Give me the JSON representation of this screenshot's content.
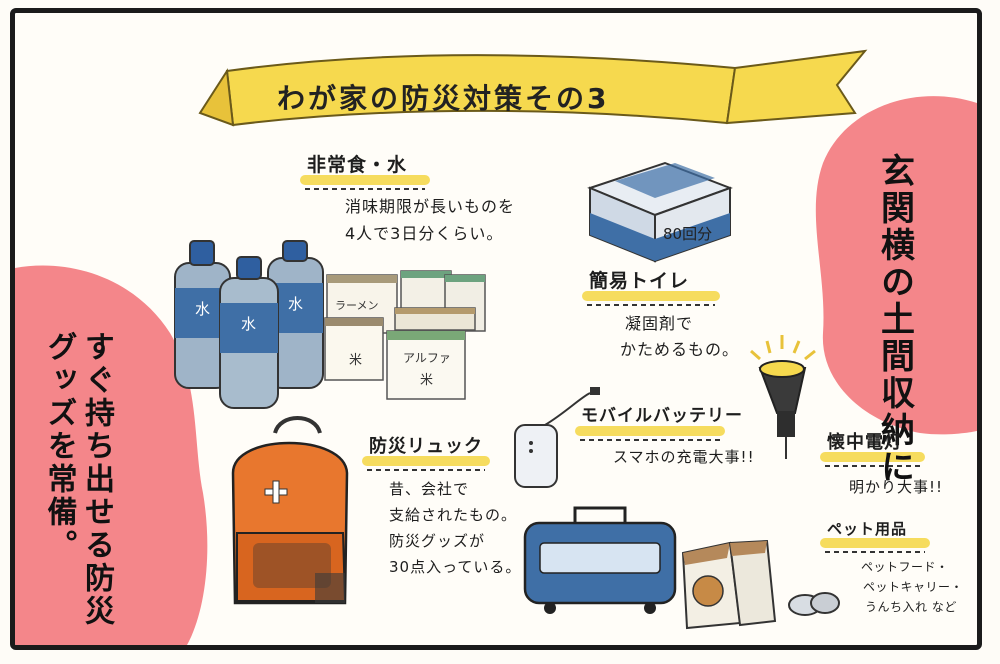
{
  "banner": {
    "title": "わが家の防災対策その3"
  },
  "blobs": {
    "right_text": "玄関横の土間収納に",
    "left_text": "すぐ持ち出せる防災グッズを常備。"
  },
  "items": {
    "food": {
      "heading": "非常食・水",
      "note_line1": "消味期限が長いものを",
      "note_line2": "4人で3日分くらい。"
    },
    "toilet": {
      "heading": "簡易トイレ",
      "note_line1": "凝固剤で",
      "note_line2": "かためるもの。",
      "box_label": "80回分"
    },
    "battery": {
      "heading": "モバイルバッテリー",
      "note": "スマホの充電大事!!"
    },
    "flashlight": {
      "heading": "懐中電灯",
      "note": "明かり大事!!"
    },
    "backpack": {
      "heading": "防災リュック",
      "note_line1": "昔、会社で",
      "note_line2": "支給されたもの。",
      "note_line3": "防災グッズが",
      "note_line4": "30点入っている。"
    },
    "pet": {
      "heading": "ペット用品",
      "note_line1": "ペットフード・",
      "note_line2": "ペットキャリー・",
      "note_line3": "うんち入れ など"
    }
  },
  "labels": {
    "water": "水",
    "ramen": "ラーメン",
    "alpha": "アルファ",
    "star": "米"
  },
  "colors": {
    "pink": "#f4868a",
    "yellow": "#f6d94e",
    "blue": "#3f6fa6",
    "orange": "#e8772e",
    "frame": "#1b1b1b"
  }
}
